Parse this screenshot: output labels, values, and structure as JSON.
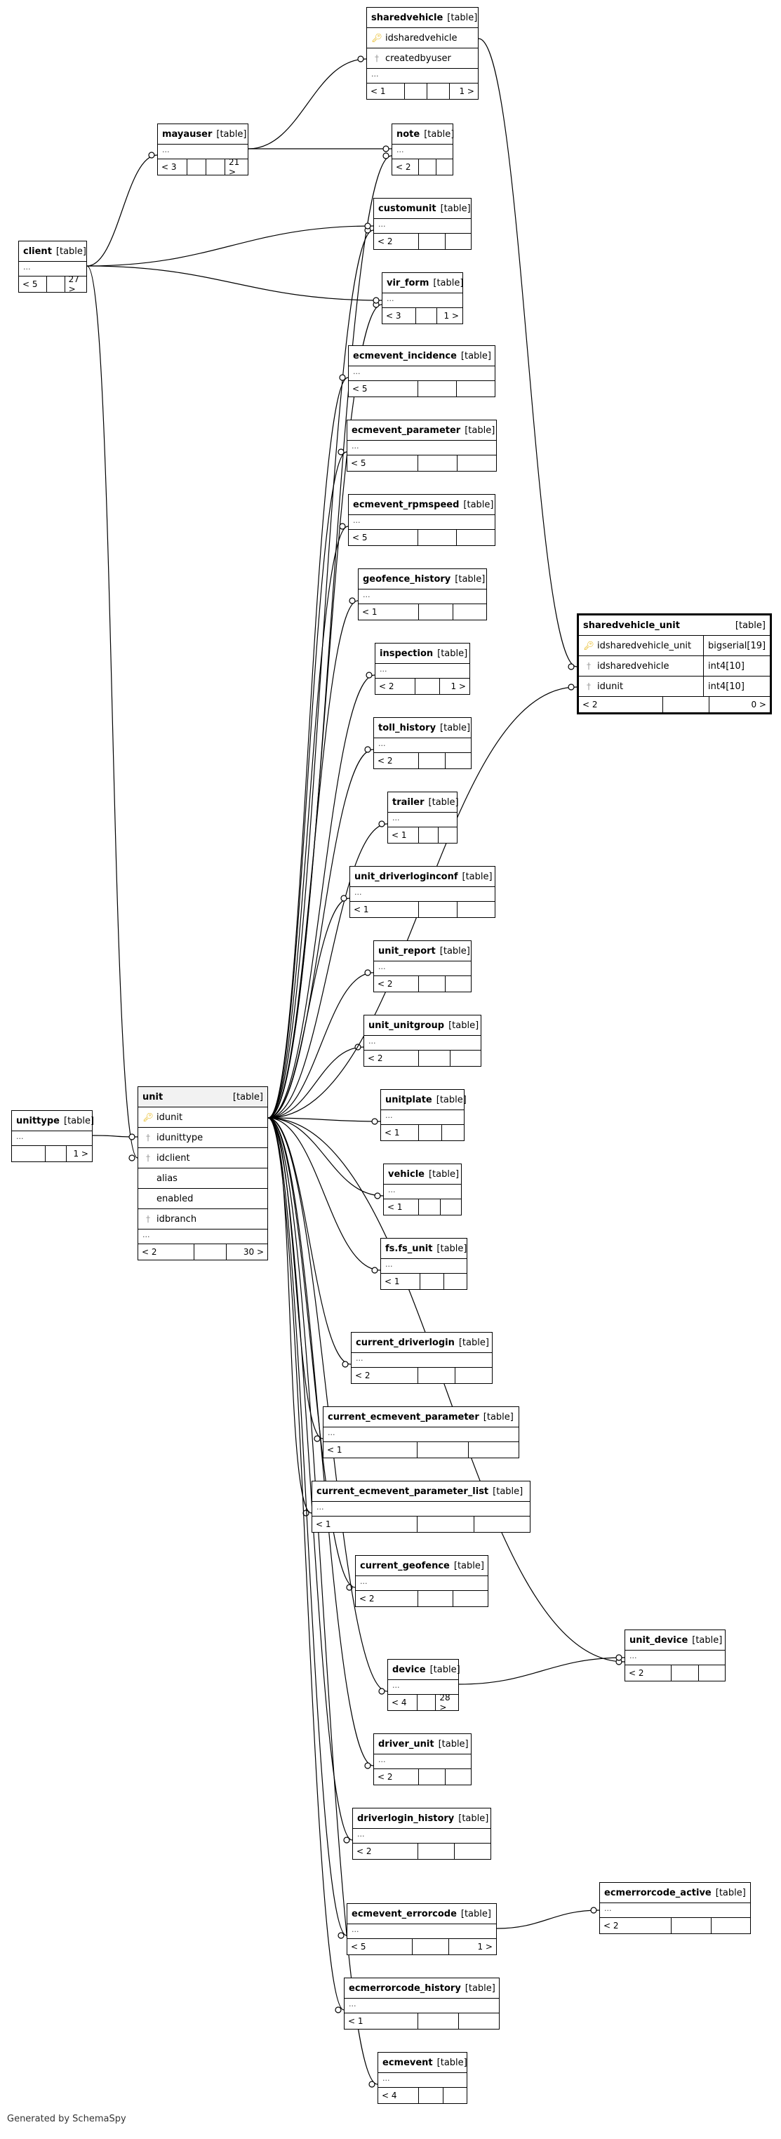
{
  "credit": "Generated by SchemaSpy",
  "tables": {
    "sharedvehicle": {
      "name": "sharedvehicle",
      "tag": "[table]",
      "columns": [
        {
          "name": "idsharedvehicle",
          "key": "pk"
        },
        {
          "name": "createdbyuser",
          "key": "fk"
        }
      ],
      "ellipsis": "...",
      "parents": "< 1",
      "children": "1 >"
    },
    "mayauser": {
      "name": "mayauser",
      "tag": "[table]",
      "ellipsis": "...",
      "parents": "< 3",
      "children": "21 >"
    },
    "note": {
      "name": "note",
      "tag": "[table]",
      "ellipsis": "...",
      "parents": "< 2",
      "children": ""
    },
    "client": {
      "name": "client",
      "tag": "[table]",
      "ellipsis": "...",
      "parents": "< 5",
      "children": "27 >"
    },
    "customunit": {
      "name": "customunit",
      "tag": "[table]",
      "ellipsis": "...",
      "parents": "< 2",
      "children": ""
    },
    "vir_form": {
      "name": "vir_form",
      "tag": "[table]",
      "ellipsis": "...",
      "parents": "< 3",
      "children": "1 >"
    },
    "ecmevent_incidence": {
      "name": "ecmevent_incidence",
      "tag": "[table]",
      "ellipsis": "...",
      "parents": "< 5",
      "children": ""
    },
    "ecmevent_parameter": {
      "name": "ecmevent_parameter",
      "tag": "[table]",
      "ellipsis": "...",
      "parents": "< 5",
      "children": ""
    },
    "ecmevent_rpmspeed": {
      "name": "ecmevent_rpmspeed",
      "tag": "[table]",
      "ellipsis": "...",
      "parents": "< 5",
      "children": ""
    },
    "geofence_history": {
      "name": "geofence_history",
      "tag": "[table]",
      "ellipsis": "...",
      "parents": "< 1",
      "children": ""
    },
    "inspection": {
      "name": "inspection",
      "tag": "[table]",
      "ellipsis": "...",
      "parents": "< 2",
      "children": "1 >"
    },
    "toll_history": {
      "name": "toll_history",
      "tag": "[table]",
      "ellipsis": "...",
      "parents": "< 2",
      "children": ""
    },
    "trailer": {
      "name": "trailer",
      "tag": "[table]",
      "ellipsis": "...",
      "parents": "< 1",
      "children": ""
    },
    "unit_driverloginconf": {
      "name": "unit_driverloginconf",
      "tag": "[table]",
      "ellipsis": "...",
      "parents": "< 1",
      "children": ""
    },
    "unit_report": {
      "name": "unit_report",
      "tag": "[table]",
      "ellipsis": "...",
      "parents": "< 2",
      "children": ""
    },
    "unit_unitgroup": {
      "name": "unit_unitgroup",
      "tag": "[table]",
      "ellipsis": "...",
      "parents": "< 2",
      "children": ""
    },
    "unitplate": {
      "name": "unitplate",
      "tag": "[table]",
      "ellipsis": "...",
      "parents": "< 1",
      "children": ""
    },
    "vehicle": {
      "name": "vehicle",
      "tag": "[table]",
      "ellipsis": "...",
      "parents": "< 1",
      "children": ""
    },
    "fs_fs_unit": {
      "name": "fs.fs_unit",
      "tag": "[table]",
      "ellipsis": "...",
      "parents": "< 1",
      "children": ""
    },
    "unittype": {
      "name": "unittype",
      "tag": "[table]",
      "ellipsis": "...",
      "parents": "",
      "children": "1 >"
    },
    "unit": {
      "name": "unit",
      "tag": "[table]",
      "columns": [
        {
          "name": "idunit",
          "key": "pk"
        },
        {
          "name": "idunittype",
          "key": "fk"
        },
        {
          "name": "idclient",
          "key": "fk"
        },
        {
          "name": "alias",
          "key": ""
        },
        {
          "name": "enabled",
          "key": ""
        },
        {
          "name": "idbranch",
          "key": "fk"
        }
      ],
      "ellipsis": "...",
      "parents": "< 2",
      "children": "30 >"
    },
    "sharedvehicle_unit": {
      "name": "sharedvehicle_unit",
      "tag": "[table]",
      "columns": [
        {
          "name": "idsharedvehicle_unit",
          "key": "pk",
          "type": "bigserial[19]"
        },
        {
          "name": "idsharedvehicle",
          "key": "fk",
          "type": "int4[10]"
        },
        {
          "name": "idunit",
          "key": "fk",
          "type": "int4[10]"
        }
      ],
      "parents": "< 2",
      "children": "0 >"
    },
    "current_driverlogin": {
      "name": "current_driverlogin",
      "tag": "[table]",
      "ellipsis": "...",
      "parents": "< 2",
      "children": ""
    },
    "current_ecmevent_parameter": {
      "name": "current_ecmevent_parameter",
      "tag": "[table]",
      "ellipsis": "...",
      "parents": "< 1",
      "children": ""
    },
    "current_ecmevent_parameter_list": {
      "name": "current_ecmevent_parameter_list",
      "tag": "[table]",
      "ellipsis": "...",
      "parents": "< 1",
      "children": ""
    },
    "current_geofence": {
      "name": "current_geofence",
      "tag": "[table]",
      "ellipsis": "...",
      "parents": "< 2",
      "children": ""
    },
    "unit_device": {
      "name": "unit_device",
      "tag": "[table]",
      "ellipsis": "...",
      "parents": "< 2",
      "children": ""
    },
    "device": {
      "name": "device",
      "tag": "[table]",
      "ellipsis": "...",
      "parents": "< 4",
      "children": "28 >"
    },
    "driver_unit": {
      "name": "driver_unit",
      "tag": "[table]",
      "ellipsis": "...",
      "parents": "< 2",
      "children": ""
    },
    "driverlogin_history": {
      "name": "driverlogin_history",
      "tag": "[table]",
      "ellipsis": "...",
      "parents": "< 2",
      "children": ""
    },
    "ecmerrorcode_active": {
      "name": "ecmerrorcode_active",
      "tag": "[table]",
      "ellipsis": "...",
      "parents": "< 2",
      "children": ""
    },
    "ecmevent_errorcode": {
      "name": "ecmevent_errorcode",
      "tag": "[table]",
      "ellipsis": "...",
      "parents": "< 5",
      "children": "1 >"
    },
    "ecmerrorcode_history": {
      "name": "ecmerrorcode_history",
      "tag": "[table]",
      "ellipsis": "...",
      "parents": "< 1",
      "children": ""
    },
    "ecmevent": {
      "name": "ecmevent",
      "tag": "[table]",
      "ellipsis": "...",
      "parents": "< 4",
      "children": ""
    }
  },
  "colors": {
    "pk_icon": "#e4b000",
    "fk_icon": "#999999",
    "line": "#000000"
  }
}
